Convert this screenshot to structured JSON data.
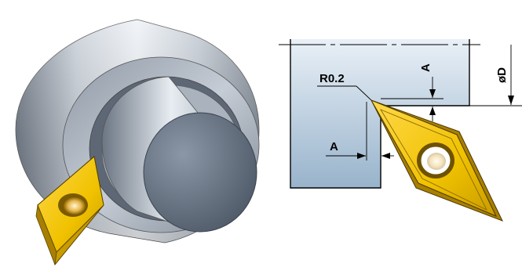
{
  "labels": {
    "radius": "R0.2",
    "depth_a": "A",
    "width_a": "A",
    "diameter": "øD"
  },
  "colors": {
    "workpiece_left": "#5f6a78",
    "workpiece_light": "#dfe5ec",
    "section_fill_top": "#e6eef6",
    "section_fill_bottom": "#9fb8cf",
    "insert_gold": "#f0c200",
    "insert_dark": "#b98d00"
  },
  "icons": [
    "turning-workpiece-3d",
    "cutting-insert-icon",
    "section-view",
    "diamond-insert-icon"
  ]
}
